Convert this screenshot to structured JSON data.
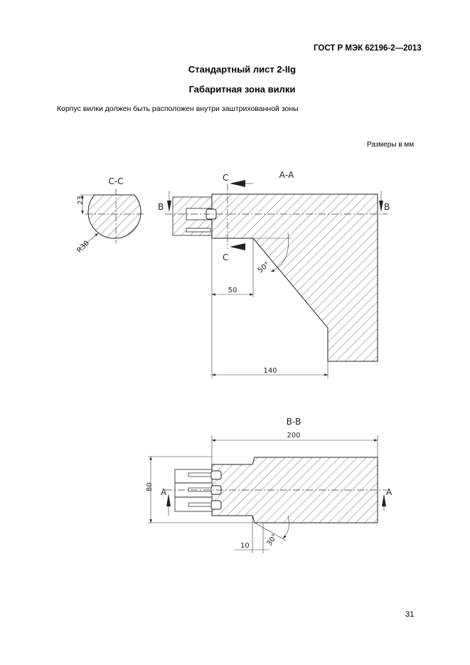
{
  "header": {
    "standard": "ГОСТ Р МЭК 62196-2—2013"
  },
  "title": "Стандартный лист 2-IIg",
  "subtitle": "Габаритная зона вилки",
  "note": "Корпус вилки должен быть расположен внутри заштрихованной зоны",
  "units": "Размеры в мм",
  "drawing": {
    "section_cc": "С-С",
    "section_aa": "А-А",
    "section_bb": "В-В",
    "label_c": "С",
    "label_b": "B",
    "label_a": "A",
    "dim_23": "23",
    "dim_r30": "R30",
    "dim_50": "50",
    "dim_140": "140",
    "angle_50": "50°",
    "dim_200": "200",
    "dim_80": "80",
    "dim_10": "10",
    "angle_30": "30°"
  },
  "page_number": "31"
}
